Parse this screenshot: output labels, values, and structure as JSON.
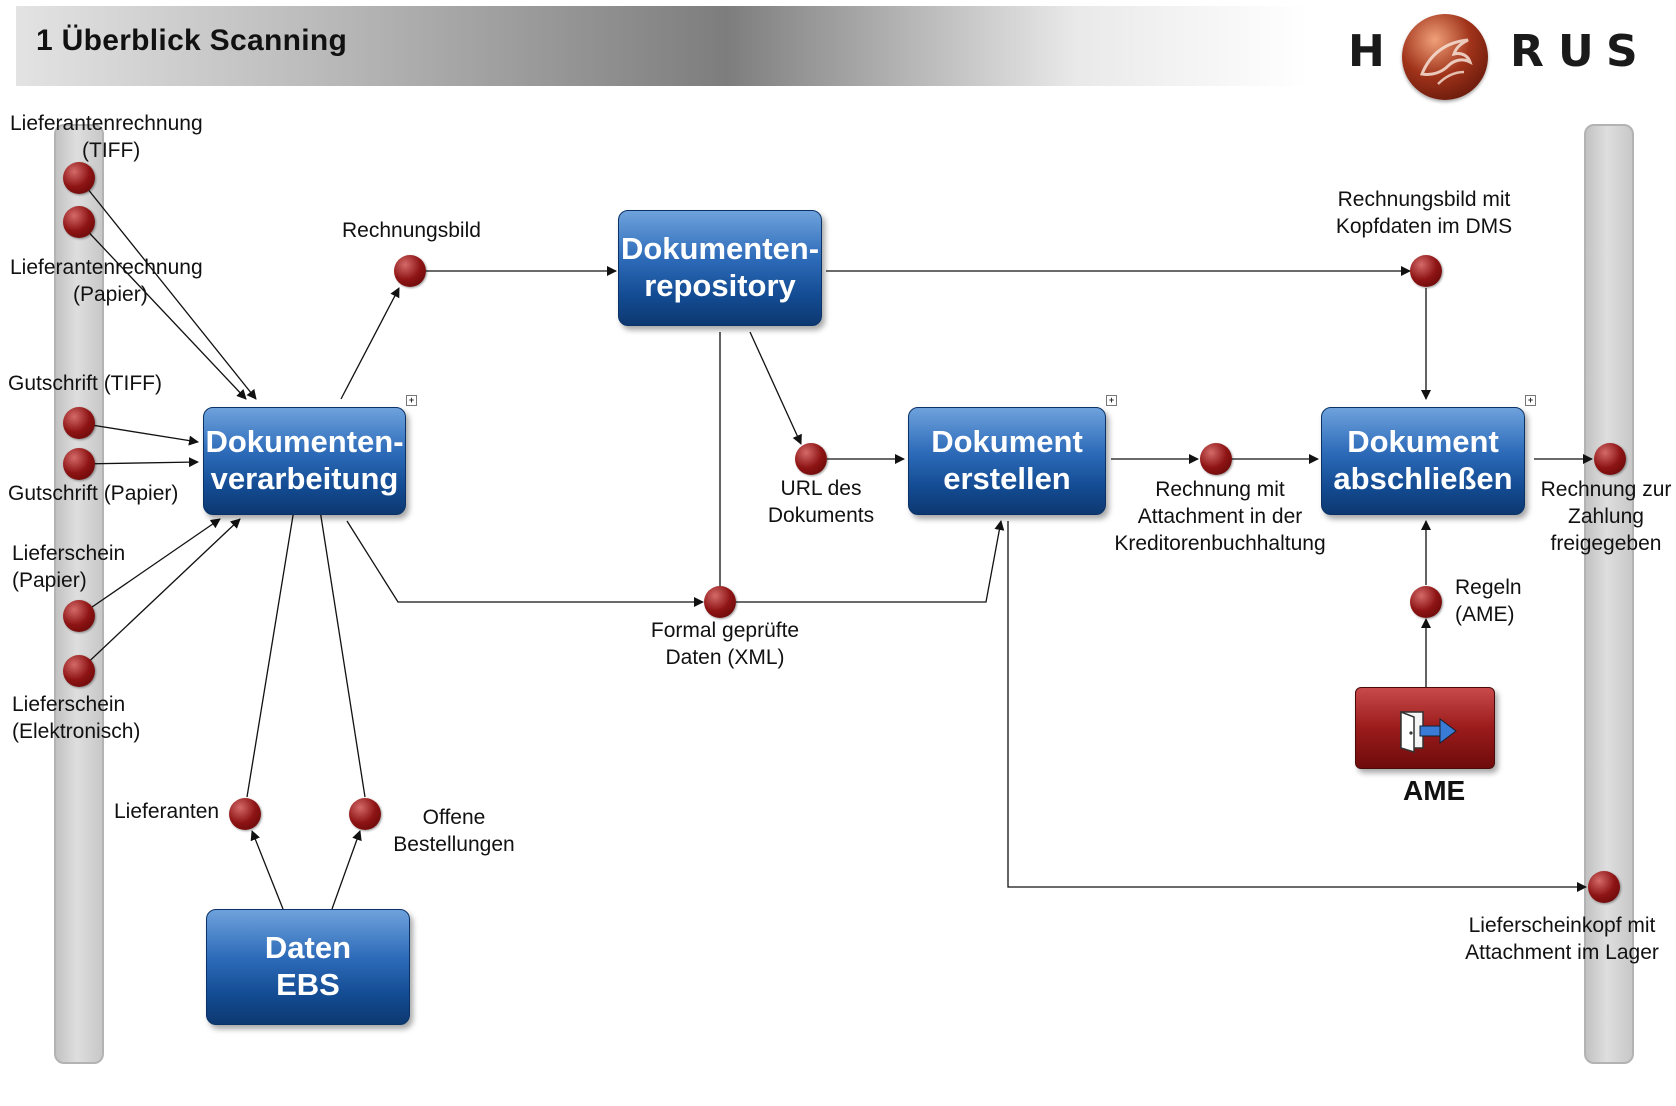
{
  "header": {
    "title": "1 Überblick Scanning"
  },
  "logo": {
    "left_letter": "H",
    "right_letters": [
      "R",
      "U",
      "S"
    ]
  },
  "processes": {
    "verarbeitung": [
      "Dokumenten-",
      "verarbeitung"
    ],
    "repository": [
      "Dokumenten-",
      "repository"
    ],
    "erstellen": [
      "Dokument",
      "erstellen"
    ],
    "abschliessen": [
      "Dokument",
      "abschließen"
    ],
    "ebs": [
      "Daten",
      "EBS"
    ]
  },
  "ame": {
    "label": "AME",
    "icon": "door-exit-icon"
  },
  "labels": {
    "lief_tiff": [
      "Lieferantenrechnung",
      "(TIFF)"
    ],
    "lief_papier": [
      "Lieferantenrechnung",
      "(Papier)"
    ],
    "gut_tiff": "Gutschrift (TIFF)",
    "gut_papier": "Gutschrift (Papier)",
    "ls_papier": [
      "Lieferschein",
      "(Papier)"
    ],
    "ls_elektronisch": [
      "Lieferschein",
      "(Elektronisch)"
    ],
    "rechnungsbild": "Rechnungsbild",
    "rb_kopfdaten": [
      "Rechnungsbild mit",
      "Kopfdaten im DMS"
    ],
    "url": [
      "URL des",
      "Dokuments"
    ],
    "formal": [
      "Formal geprüfte",
      "Daten (XML)"
    ],
    "rechnung_attachment": [
      "Rechnung mit",
      "Attachment in der",
      "Kreditorenbuchhaltung"
    ],
    "rechnung_zahlung": [
      "Rechnung zur",
      "Zahlung",
      "freigegeben"
    ],
    "regeln": [
      "Regeln",
      "(AME)"
    ],
    "lieferanten": "Lieferanten",
    "offene": [
      "Offene",
      "Bestellungen"
    ],
    "lieferscheinkopf": [
      "Lieferscheinkopf mit",
      "Attachment im Lager"
    ]
  },
  "colors": {
    "process_blue": "#1f5aa6",
    "data_object_red": "#8e1414",
    "ame_red": "#9b1b1b",
    "lane_grey": "#d0d0d0"
  }
}
